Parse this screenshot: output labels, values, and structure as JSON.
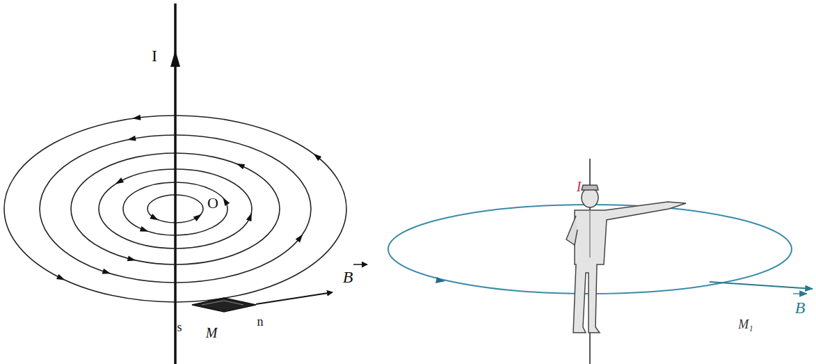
{
  "diagram": {
    "labels": [
      "I",
      "O",
      "B",
      "s",
      "M",
      "n",
      "I",
      "M₁",
      "B"
    ]
  }
}
